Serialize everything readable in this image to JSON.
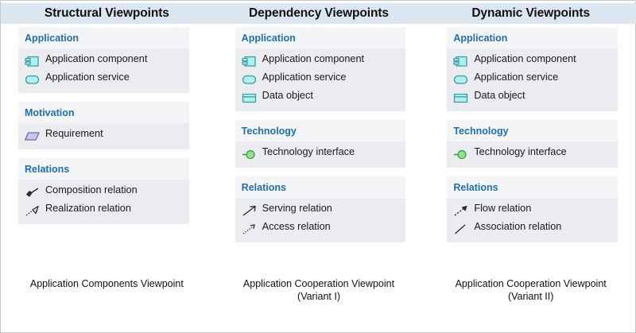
{
  "headers": [
    {
      "title": "Structural Viewpoints"
    },
    {
      "title": "Dependency Viewpoints"
    },
    {
      "title": "Dynamic Viewpoints"
    }
  ],
  "columns": [
    {
      "caption_line1": "Application Components Viewpoint",
      "caption_line2": "",
      "sections": [
        {
          "title": "Application",
          "items": [
            {
              "icon": "application-component-icon",
              "label": "Application component"
            },
            {
              "icon": "application-service-icon",
              "label": "Application service"
            }
          ]
        },
        {
          "title": "Motivation",
          "items": [
            {
              "icon": "requirement-icon",
              "label": "Requirement"
            }
          ]
        },
        {
          "title": "Relations",
          "items": [
            {
              "icon": "composition-relation-icon",
              "label": "Composition relation"
            },
            {
              "icon": "realization-relation-icon",
              "label": "Realization relation"
            }
          ]
        }
      ]
    },
    {
      "caption_line1": "Application Cooperation Viewpoint",
      "caption_line2": "(Variant I)",
      "sections": [
        {
          "title": "Application",
          "items": [
            {
              "icon": "application-component-icon",
              "label": "Application component"
            },
            {
              "icon": "application-service-icon",
              "label": "Application service"
            },
            {
              "icon": "data-object-icon",
              "label": "Data object"
            }
          ]
        },
        {
          "title": "Technology",
          "items": [
            {
              "icon": "technology-interface-icon",
              "label": "Technology interface"
            }
          ]
        },
        {
          "title": "Relations",
          "items": [
            {
              "icon": "serving-relation-icon",
              "label": "Serving relation"
            },
            {
              "icon": "access-relation-icon",
              "label": "Access relation"
            }
          ]
        }
      ]
    },
    {
      "caption_line1": "Application Cooperation Viewpoint",
      "caption_line2": "(Variant II)",
      "sections": [
        {
          "title": "Application",
          "items": [
            {
              "icon": "application-component-icon",
              "label": "Application component"
            },
            {
              "icon": "application-service-icon",
              "label": "Application service"
            },
            {
              "icon": "data-object-icon",
              "label": "Data object"
            }
          ]
        },
        {
          "title": "Technology",
          "items": [
            {
              "icon": "technology-interface-icon",
              "label": "Technology interface"
            }
          ]
        },
        {
          "title": "Relations",
          "items": [
            {
              "icon": "flow-relation-icon",
              "label": "Flow relation"
            },
            {
              "icon": "association-relation-icon",
              "label": "Association relation"
            }
          ]
        }
      ]
    }
  ],
  "colors": {
    "header_band": "#dce6f1",
    "section_title": "#1f6fb5",
    "panel_head": "#f4f5f7",
    "panel_body": "#eaecef",
    "application_fill": "#aeeff0",
    "application_stroke": "#3a9ea5",
    "motivation_fill": "#c9c6ec",
    "motivation_stroke": "#6f6ab0",
    "technology_fill": "#8fe08f",
    "technology_stroke": "#3e9e3e",
    "relation_stroke": "#2a2a2a"
  }
}
